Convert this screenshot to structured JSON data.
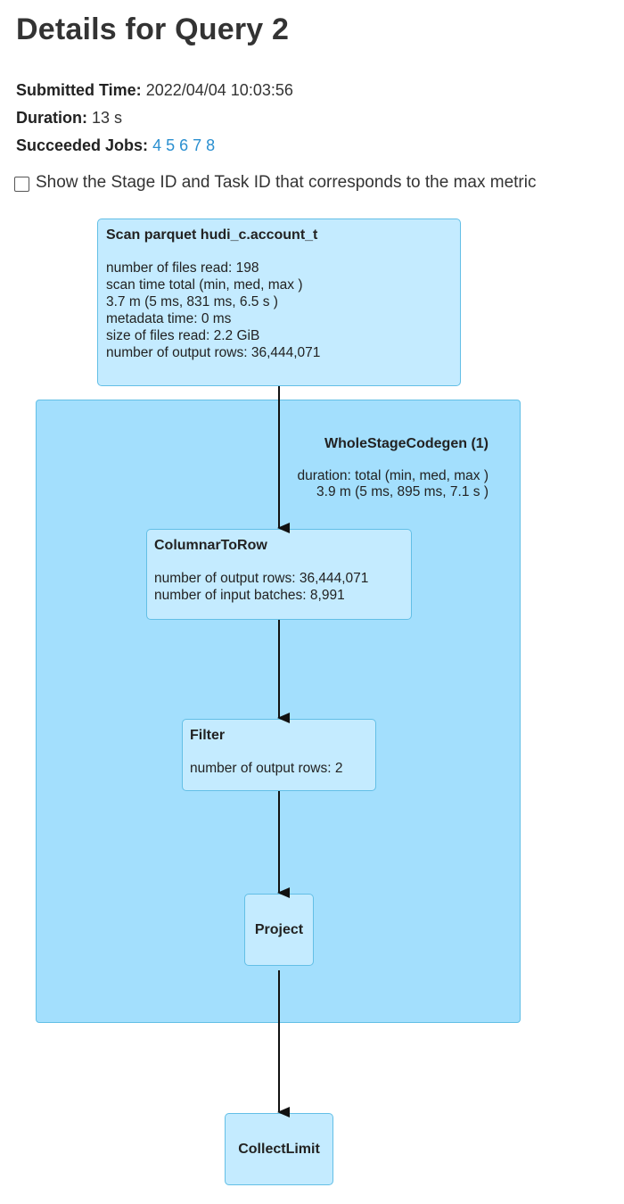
{
  "page": {
    "title": "Details for Query 2"
  },
  "summary": {
    "submitted_label": "Submitted Time:",
    "submitted_value": "2022/04/04 10:03:56",
    "duration_label": "Duration:",
    "duration_value": "13 s",
    "succeeded_label": "Succeeded Jobs:",
    "succeeded_jobs": [
      "4",
      "5",
      "6",
      "7",
      "8"
    ]
  },
  "max_metric": {
    "checked": false,
    "label": "Show the Stage ID and Task ID that corresponds to the max metric"
  },
  "dag": {
    "cluster": {
      "title": "WholeStageCodegen (1)",
      "metric": "duration: total (min, med, max )\n3.9 m (5 ms, 895 ms, 7.1 s )"
    },
    "scan": {
      "title": "Scan parquet hudi_c.account_t",
      "metrics": "number of files read: 198\nscan time total (min, med, max )\n3.7 m (5 ms, 831 ms, 6.5 s )\nmetadata time: 0 ms\nsize of files read: 2.2 GiB\nnumber of output rows: 36,444,071"
    },
    "columnar": {
      "title": "ColumnarToRow",
      "metrics": "number of output rows: 36,444,071\nnumber of input batches: 8,991"
    },
    "filter": {
      "title": "Filter",
      "metrics": "number of output rows: 2"
    },
    "project": {
      "title": "Project"
    },
    "collect": {
      "title": "CollectLimit"
    }
  },
  "colors": {
    "cluster_fill": "#a3dffd",
    "node_fill": "#c4ebff",
    "border": "#63bfe6",
    "link": "#2a8fd0"
  }
}
